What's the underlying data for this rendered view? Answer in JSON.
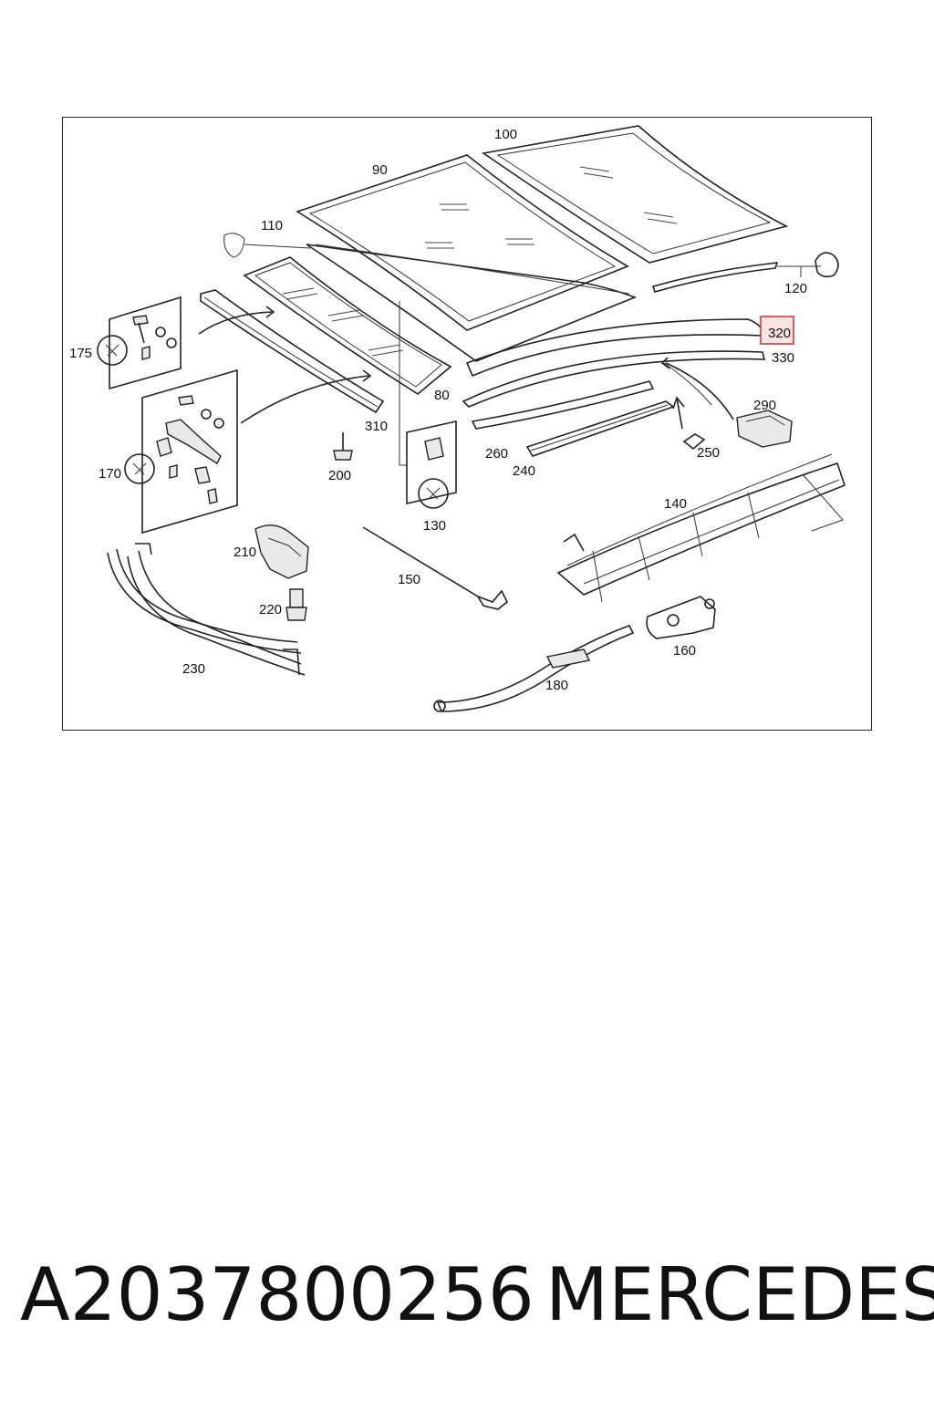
{
  "diagram": {
    "callouts": {
      "c90": "90",
      "c100": "100",
      "c110": "110",
      "c120": "120",
      "c175": "175",
      "c320": "320",
      "c330": "330",
      "c80": "80",
      "c310": "310",
      "c290": "290",
      "c170": "170",
      "c200": "200",
      "c130": "130",
      "c260": "260",
      "c240": "240",
      "c250": "250",
      "c140": "140",
      "c210": "210",
      "c150": "150",
      "c220": "220",
      "c160": "160",
      "c230": "230",
      "c180": "180"
    },
    "highlighted_callout": "320",
    "highlight_color": "#d43b3b"
  },
  "footer": {
    "part_number": "A2037800256",
    "brand": "MERCEDES"
  }
}
